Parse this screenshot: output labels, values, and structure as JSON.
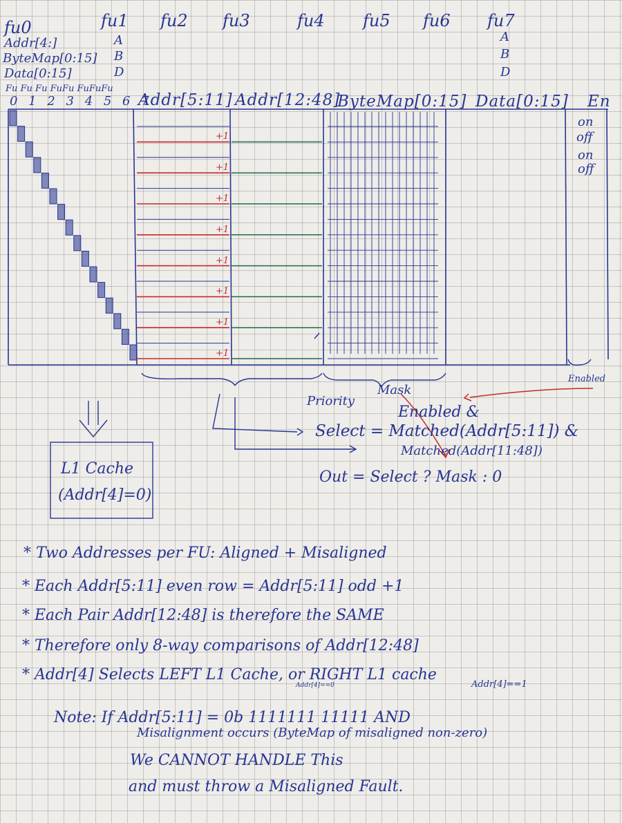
{
  "fu_headers": [
    "fu0",
    "fu1",
    "fu2",
    "fu3",
    "fu4",
    "fu5",
    "fu6",
    "fu7"
  ],
  "fu0_fields": [
    "Addr[4:]",
    "ByteMap[0:15]",
    "Data[0:15]"
  ],
  "fu1_letters": [
    "A",
    "B",
    "D"
  ],
  "fu7_letters": [
    "A",
    "B",
    "D"
  ],
  "fu_subheader": "Fu Fu Fu FuFu FuFuFu",
  "fu_numbers": "0 1 2 3 4 5 6 7",
  "col_headers": {
    "addr_low": "Addr[5:11]",
    "addr_high": "Addr[12:48]",
    "bytemap": "ByteMap[0:15]",
    "data": "Data[0:15]",
    "enabled": "En"
  },
  "plus_one": "+1",
  "enabled_states": [
    "on",
    "off",
    "on",
    "off"
  ],
  "enabled_label": "Enabled",
  "labels": {
    "priority": "Priority",
    "mask": "Mask",
    "l1_cache_title": "L1 Cache",
    "l1_cache_sub": "(Addr[4]=0)",
    "enabled_amp": "Enabled &",
    "select_line": "Select = Matched(Addr[5:11]) &",
    "matched_line": "Matched(Addr[11:48])",
    "out_line": "Out = Select ? Mask : 0"
  },
  "notes": [
    "* Two Addresses per FU: Aligned + Misaligned",
    "* Each Addr[5:11] even row = Addr[5:11] odd +1",
    "* Each Pair Addr[12:48] is therefore the SAME",
    "* Therefore only 8-way comparisons of Addr[12:48]",
    "* Addr[4] Selects LEFT L1 Cache, or RIGHT L1 cache"
  ],
  "note_sub_left": "Addr[4]==0",
  "note_sub_right": "Addr[4]==1",
  "final_note": {
    "line1": "Note: If Addr[5:11] = 0b 1111111 11111 AND",
    "line2": "Misalignment occurs (ByteMap of misaligned non-zero)",
    "line3": "We CANNOT HANDLE This",
    "line4": "and must throw a Misaligned Fault."
  },
  "colors": {
    "ink": "#283593",
    "red": "#c62828",
    "green": "#1b6b4a"
  }
}
